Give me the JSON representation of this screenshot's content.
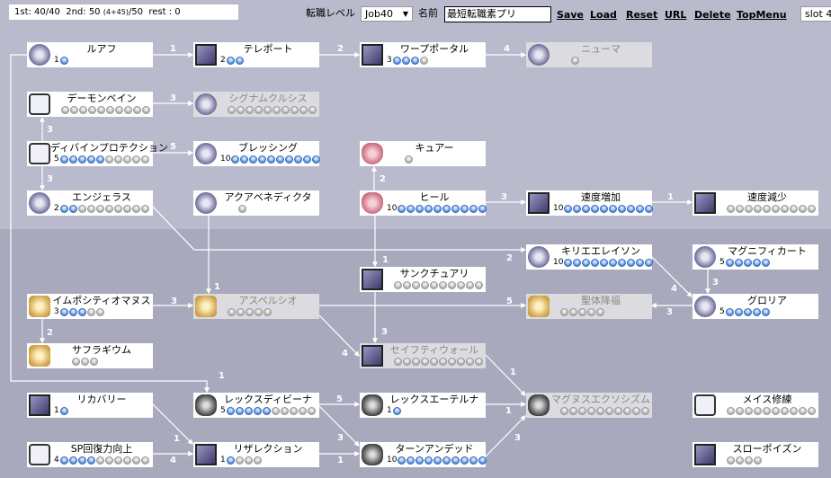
{
  "header": {
    "status_main": "1st: 40/40  2nd: 50 ",
    "status_small": "(4+45)",
    "status_tail": "/50  rest : 0",
    "job_level_label": "転職レベル",
    "job_level_value": "Job40",
    "name_label": "名前",
    "name_value": "最短転職素プリ",
    "links": [
      "Save",
      "Load",
      "Reset",
      "URL",
      "Delete",
      "TopMenu"
    ],
    "slot_value": "slot 4"
  },
  "colors": {
    "learned": "#4d86d6",
    "unlearned": "#aaaaaa",
    "disabled_bg": "#dcdce0"
  },
  "skills": [
    {
      "id": "ruwach",
      "name": "ルアフ",
      "level": 1,
      "max": 1,
      "disabled": false,
      "icon": "ruwach-icon"
    },
    {
      "id": "demonbane",
      "name": "デーモンベイン",
      "level": 0,
      "max": 10,
      "disabled": false,
      "icon": "demon-bane-icon"
    },
    {
      "id": "divprot",
      "name": "ディバインプロテクション",
      "level": 5,
      "max": 10,
      "disabled": false,
      "icon": "divine-protection-icon"
    },
    {
      "id": "angelus",
      "name": "エンジェラス",
      "level": 2,
      "max": 10,
      "disabled": false,
      "icon": "angelus-icon"
    },
    {
      "id": "impositio",
      "name": "イムポシティオマヌス",
      "level": 3,
      "max": 5,
      "disabled": false,
      "icon": "impositio-manus-icon"
    },
    {
      "id": "suffragium",
      "name": "サフラギウム",
      "level": 0,
      "max": 3,
      "disabled": false,
      "icon": "suffragium-icon"
    },
    {
      "id": "recovery",
      "name": "リカバリー",
      "level": 1,
      "max": 1,
      "disabled": false,
      "icon": "recovery-icon"
    },
    {
      "id": "sprecovery",
      "name": "SP回復力向上",
      "level": 4,
      "max": 10,
      "disabled": false,
      "icon": "sp-recovery-icon"
    },
    {
      "id": "teleport",
      "name": "テレポート",
      "level": 2,
      "max": 2,
      "disabled": false,
      "icon": "teleport-icon"
    },
    {
      "id": "signum",
      "name": "シグナムクルシス",
      "level": 0,
      "max": 10,
      "disabled": true,
      "icon": "signum-crucis-icon"
    },
    {
      "id": "blessing",
      "name": "ブレッシング",
      "level": 10,
      "max": 10,
      "disabled": false,
      "icon": "blessing-icon"
    },
    {
      "id": "aqua",
      "name": "アクアベネディクタ",
      "level": 0,
      "max": 1,
      "disabled": false,
      "icon": "aqua-benedicta-icon"
    },
    {
      "id": "aspersio",
      "name": "アスペルシオ",
      "level": 0,
      "max": 5,
      "disabled": true,
      "icon": "aspersio-icon"
    },
    {
      "id": "lexdiv",
      "name": "レックスディビーナ",
      "level": 5,
      "max": 10,
      "disabled": false,
      "icon": "lex-divina-icon"
    },
    {
      "id": "resurrection",
      "name": "リザレクション",
      "level": 1,
      "max": 4,
      "disabled": false,
      "icon": "resurrection-icon"
    },
    {
      "id": "warp",
      "name": "ワープポータル",
      "level": 3,
      "max": 4,
      "disabled": false,
      "icon": "warp-portal-icon"
    },
    {
      "id": "cure",
      "name": "キュアー",
      "level": 0,
      "max": 1,
      "disabled": false,
      "icon": "cure-icon"
    },
    {
      "id": "heal",
      "name": "ヒール",
      "level": 10,
      "max": 10,
      "disabled": false,
      "icon": "heal-icon"
    },
    {
      "id": "sanctuary",
      "name": "サンクチュアリ",
      "level": 0,
      "max": 10,
      "disabled": false,
      "icon": "sanctuary-icon"
    },
    {
      "id": "safetywall",
      "name": "セイフティウォール",
      "level": 0,
      "max": 10,
      "disabled": true,
      "icon": "safety-wall-icon"
    },
    {
      "id": "lexaet",
      "name": "レックスエーテルナ",
      "level": 1,
      "max": 1,
      "disabled": false,
      "icon": "lex-aeterna-icon"
    },
    {
      "id": "turnundead",
      "name": "ターンアンデッド",
      "level": 10,
      "max": 10,
      "disabled": false,
      "icon": "turn-undead-icon"
    },
    {
      "id": "pneuma",
      "name": "ニューマ",
      "level": 0,
      "max": 1,
      "disabled": true,
      "icon": "pneuma-icon"
    },
    {
      "id": "incagi",
      "name": "速度増加",
      "level": 10,
      "max": 10,
      "disabled": false,
      "icon": "increase-agi-icon"
    },
    {
      "id": "kyrie",
      "name": "キリエエレイソン",
      "level": 10,
      "max": 10,
      "disabled": false,
      "icon": "kyrie-eleison-icon"
    },
    {
      "id": "benedictio",
      "name": "聖体降福",
      "level": 0,
      "max": 5,
      "disabled": true,
      "icon": "benedictio-icon"
    },
    {
      "id": "magnus",
      "name": "マグヌスエクソシズム",
      "level": 0,
      "max": 10,
      "disabled": true,
      "icon": "magnus-exorcismus-icon"
    },
    {
      "id": "decagi",
      "name": "速度減少",
      "level": 0,
      "max": 10,
      "disabled": false,
      "icon": "decrease-agi-icon"
    },
    {
      "id": "magnificat",
      "name": "マグニフィカート",
      "level": 5,
      "max": 5,
      "disabled": false,
      "icon": "magnificat-icon"
    },
    {
      "id": "gloria",
      "name": "グロリア",
      "level": 5,
      "max": 5,
      "disabled": false,
      "icon": "gloria-icon"
    },
    {
      "id": "mace",
      "name": "メイス修練",
      "level": 0,
      "max": 10,
      "disabled": false,
      "icon": "mace-mastery-icon"
    },
    {
      "id": "slowpoison",
      "name": "スローポイズン",
      "level": 0,
      "max": 4,
      "disabled": false,
      "icon": "slow-poison-icon"
    }
  ],
  "edges": [
    {
      "from": "ruwach",
      "to": "teleport",
      "label": "1"
    },
    {
      "from": "teleport",
      "to": "warp",
      "label": "2"
    },
    {
      "from": "warp",
      "to": "pneuma",
      "label": "4"
    },
    {
      "from": "ruwach",
      "to": "lexdiv",
      "label": "1"
    },
    {
      "from": "demonbane",
      "to": "signum",
      "label": "3"
    },
    {
      "from": "divprot",
      "to": "demonbane",
      "label": "3"
    },
    {
      "from": "divprot",
      "to": "blessing",
      "label": "5"
    },
    {
      "from": "divprot",
      "to": "angelus",
      "label": "3"
    },
    {
      "from": "angelus",
      "to": "kyrie",
      "label": "2"
    },
    {
      "from": "aqua",
      "to": "aspersio",
      "label": "1"
    },
    {
      "from": "heal",
      "to": "cure",
      "label": "2"
    },
    {
      "from": "heal",
      "to": "incagi",
      "label": "3"
    },
    {
      "from": "incagi",
      "to": "decagi",
      "label": "1"
    },
    {
      "from": "heal",
      "to": "sanctuary",
      "label": "1"
    },
    {
      "from": "sanctuary",
      "to": "safetywall",
      "label": "3"
    },
    {
      "from": "aspersio",
      "to": "benedictio",
      "label": "5"
    },
    {
      "from": "aspersio",
      "to": "safetywall",
      "label": "4"
    },
    {
      "from": "impositio",
      "to": "aspersio",
      "label": "3"
    },
    {
      "from": "impositio",
      "to": "suffragium",
      "label": "2"
    },
    {
      "from": "kyrie",
      "to": "gloria",
      "label": "4"
    },
    {
      "from": "magnificat",
      "to": "gloria",
      "label": "3"
    },
    {
      "from": "gloria",
      "to": "benedictio",
      "label": "3"
    },
    {
      "from": "safetywall",
      "to": "magnus",
      "label": "1"
    },
    {
      "from": "lexaet",
      "to": "magnus",
      "label": "1"
    },
    {
      "from": "turnundead",
      "to": "magnus",
      "label": "3"
    },
    {
      "from": "lexdiv",
      "to": "lexaet",
      "label": "5"
    },
    {
      "from": "lexdiv",
      "to": "turnundead",
      "label": "3"
    },
    {
      "from": "recovery",
      "to": "resurrection",
      "label": "1"
    },
    {
      "from": "sprecovery",
      "to": "resurrection",
      "label": "4"
    },
    {
      "from": "resurrection",
      "to": "turnundead",
      "label": "1"
    }
  ]
}
